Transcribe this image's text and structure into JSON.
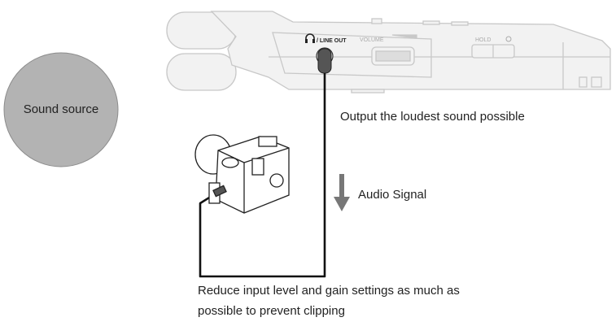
{
  "sound_source": {
    "label": "Sound source",
    "color": "#b3b3b3"
  },
  "recorder": {
    "jack_label": "/ LINE OUT",
    "volume_label": "VOLUME",
    "hold_label": "HOLD"
  },
  "output_note": "Output the loudest sound possible",
  "signal_label": "Audio Signal",
  "camera_note": {
    "line1": "Reduce input level and gain settings as much as",
    "line2": "possible to prevent clipping"
  },
  "colors": {
    "device_fill": "#f2f2f2",
    "device_stroke": "#c8c8c8",
    "cable": "#111111",
    "arrow": "#777777"
  }
}
